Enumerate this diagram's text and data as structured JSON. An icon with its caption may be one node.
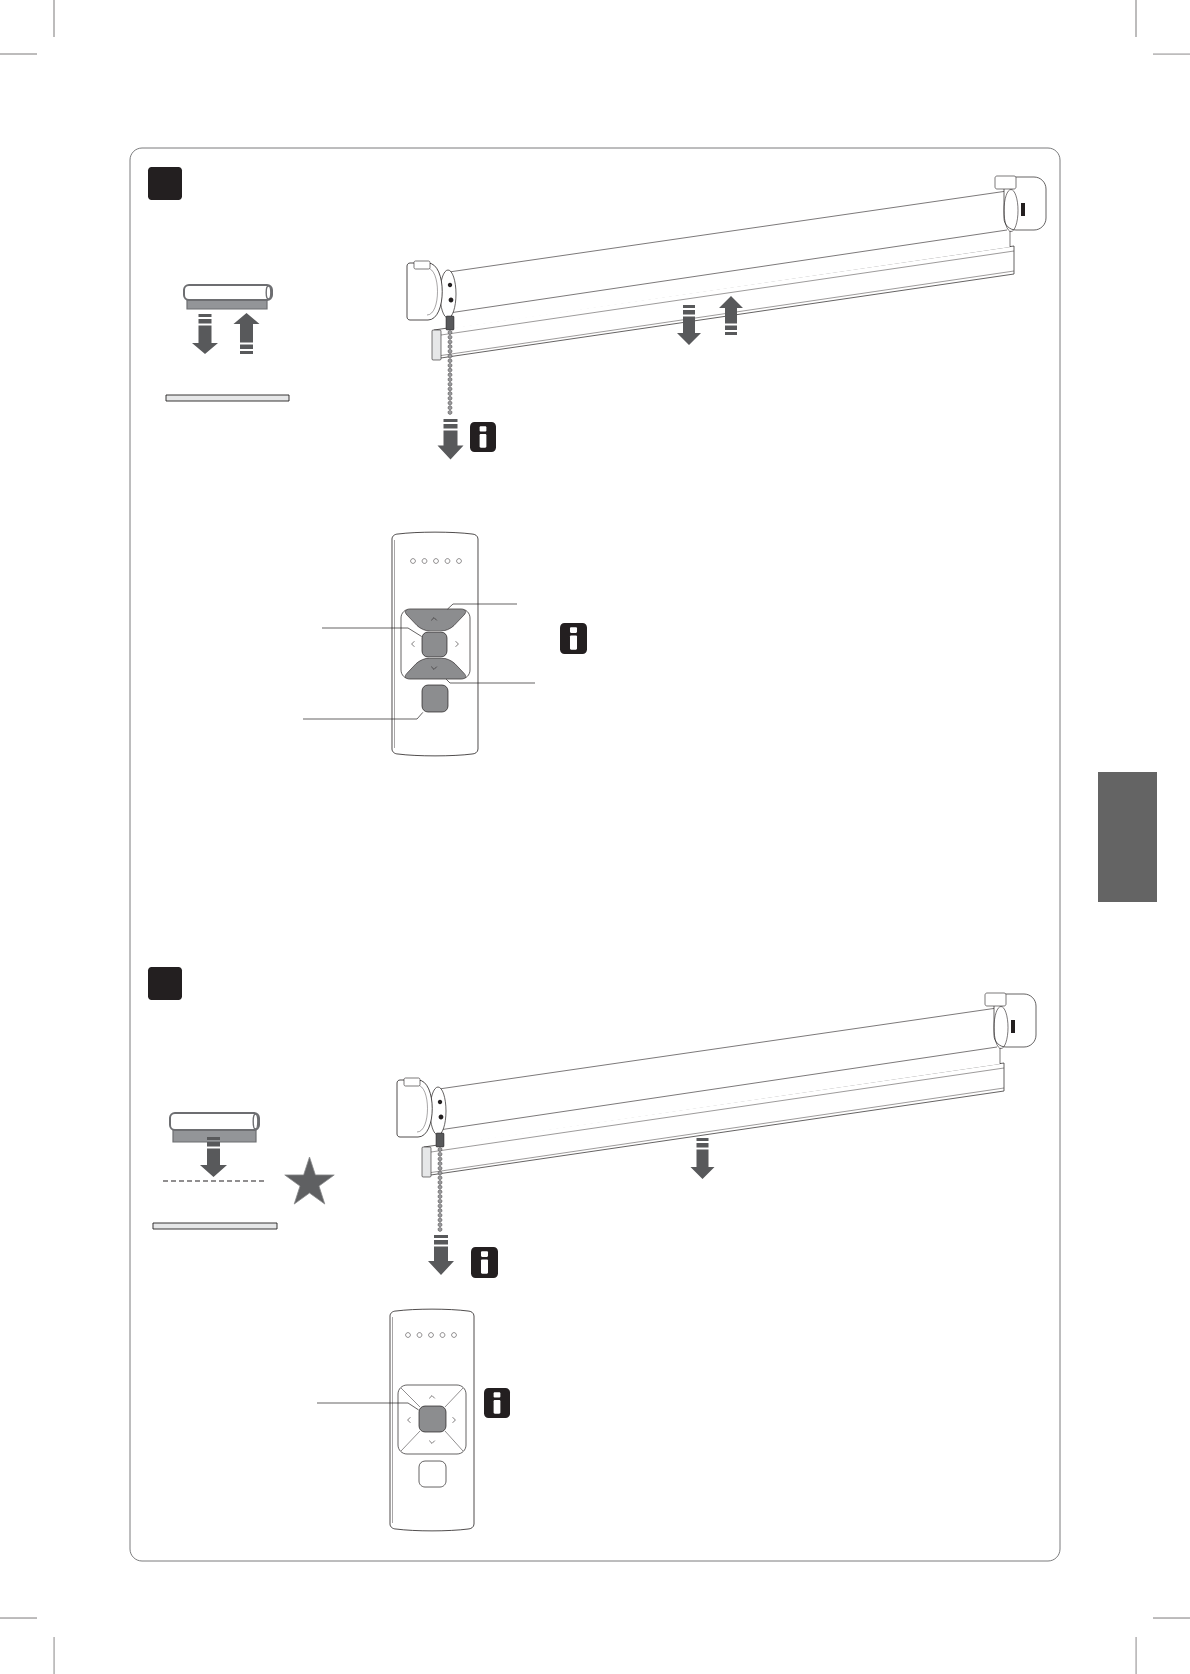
{
  "diagram": {
    "nodes": [
      {
        "text": [],
        "shape": "triangle"
      },
      {
        "text": [],
        "shape": "box"
      },
      {
        "text": [],
        "shape": "triangle"
      },
      {
        "text": [],
        "shape": "box"
      },
      {
        "text": [],
        "shape": "box"
      },
      {
        "text": [],
        "shape": "box"
      }
    ],
    "edges": [
      {
        "from": null,
        "to": 0,
        "arrow": "none"
      },
      {
        "from": null,
        "to": 1,
        "arrow": "none"
      },
      {
        "from": null,
        "to": 2,
        "arrow": "none"
      },
      {
        "from": null,
        "to": 3,
        "arrow": "none"
      },
      {
        "from": null,
        "to": 5,
        "arrow": "none"
      }
    ]
  }
}
